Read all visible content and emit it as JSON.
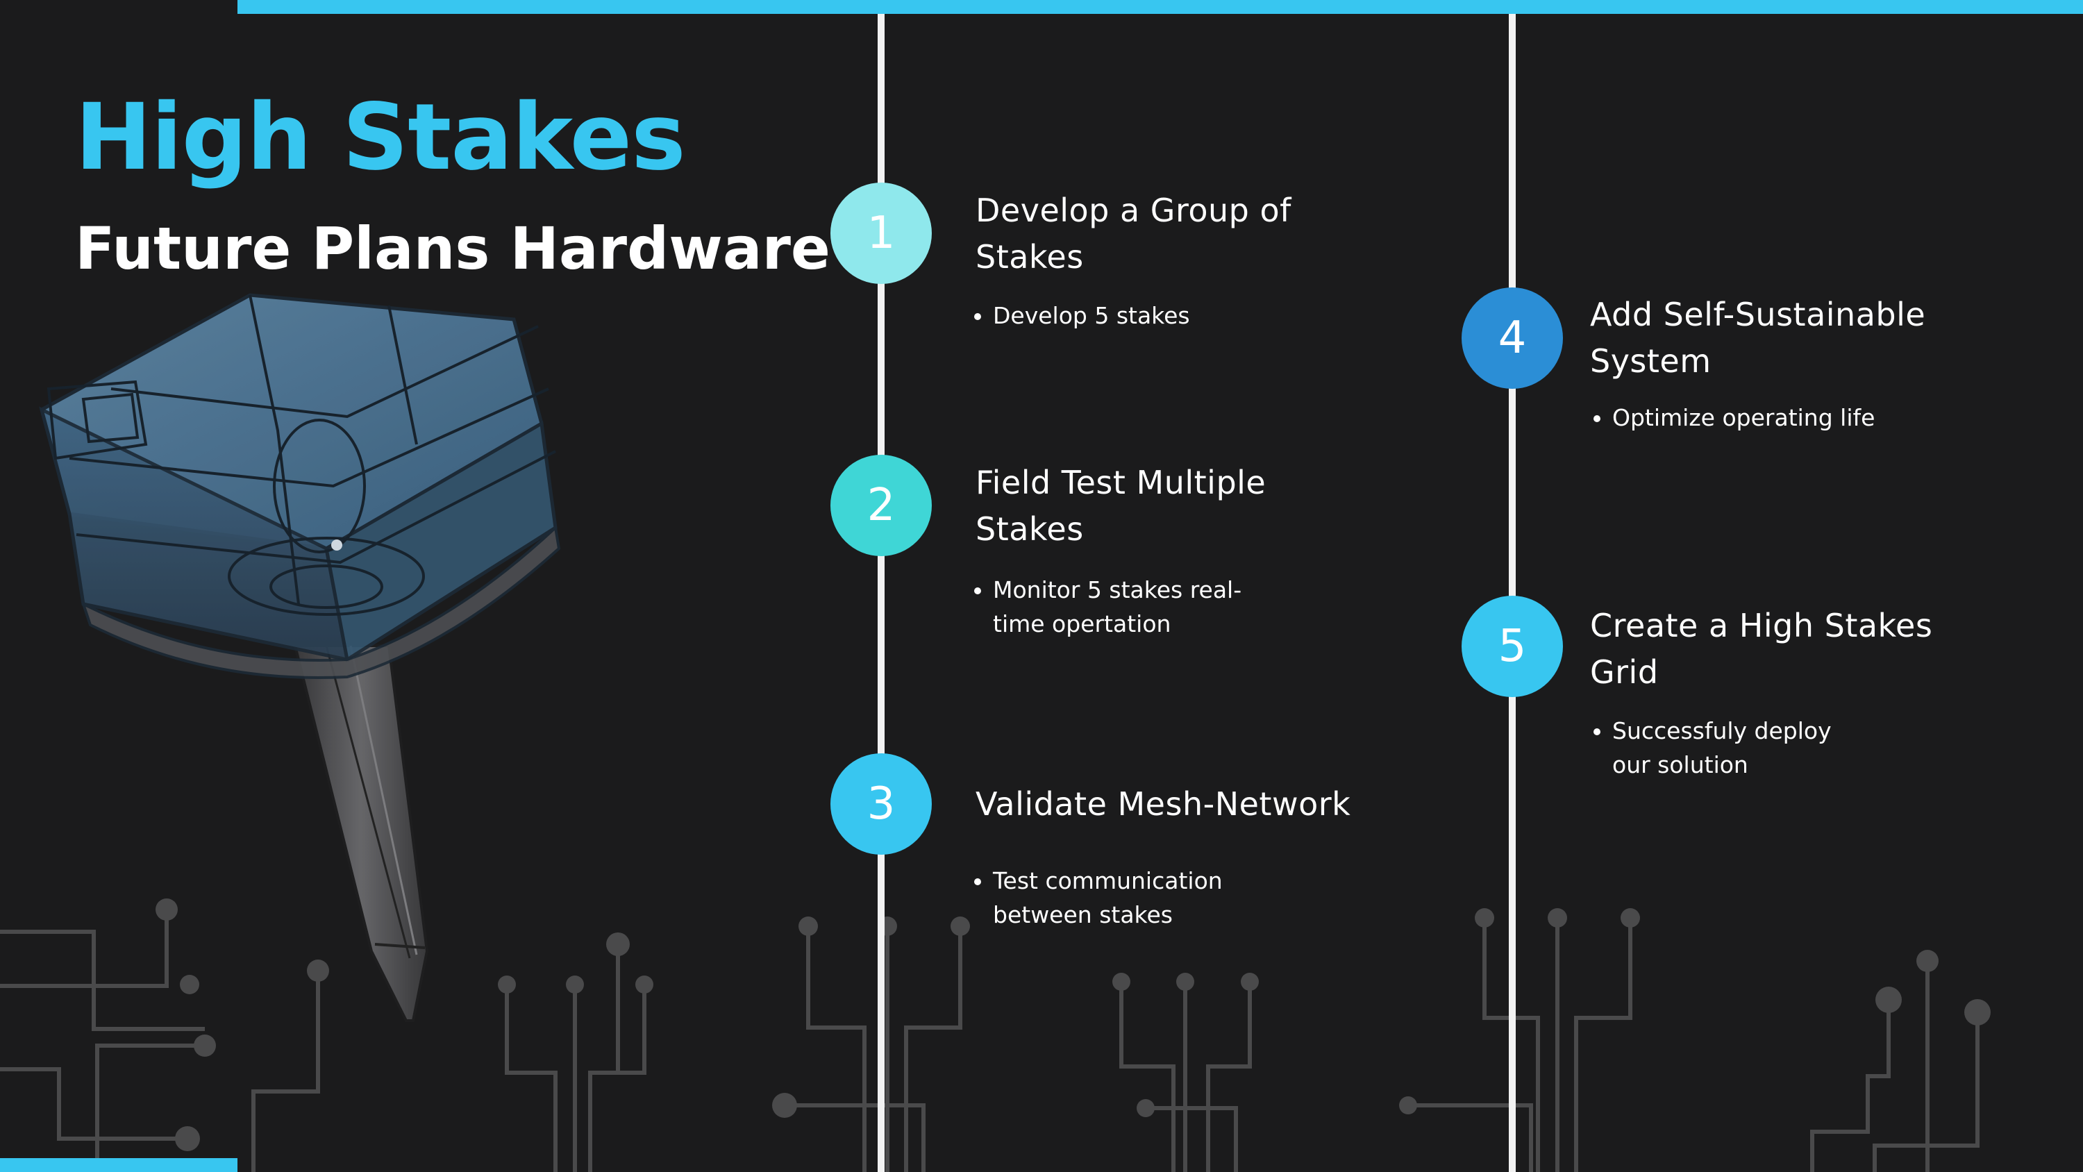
{
  "slide": {
    "title": "High Stakes",
    "subtitle": "Future Plans Hardware"
  },
  "colors": {
    "background": "#1b1b1c",
    "accent": "#38c6f0",
    "node_1": "#8fe8ec",
    "node_2": "#3fd6d6",
    "node_3": "#38c6f0",
    "node_4": "#2b8ed6",
    "node_5": "#38c6f0"
  },
  "images": {
    "hero": "stake-device-render"
  },
  "steps": [
    {
      "number": "1",
      "title_lines": [
        "Develop a Group of",
        "Stakes"
      ],
      "bullets": [
        [
          "Develop 5 stakes"
        ]
      ]
    },
    {
      "number": "2",
      "title_lines": [
        "Field Test Multiple",
        "Stakes"
      ],
      "bullets": [
        [
          "Monitor 5 stakes real-",
          "time opertation"
        ]
      ]
    },
    {
      "number": "3",
      "title_lines": [
        "Validate Mesh-Network"
      ],
      "bullets": [
        [
          "Test communication",
          "between stakes"
        ]
      ]
    },
    {
      "number": "4",
      "title_lines": [
        "Add Self-Sustainable",
        "System"
      ],
      "bullets": [
        [
          "Optimize operating life"
        ]
      ]
    },
    {
      "number": "5",
      "title_lines": [
        "Create a High Stakes",
        "Grid"
      ],
      "bullets": [
        [
          "Successfuly deploy",
          "our solution"
        ]
      ]
    }
  ]
}
